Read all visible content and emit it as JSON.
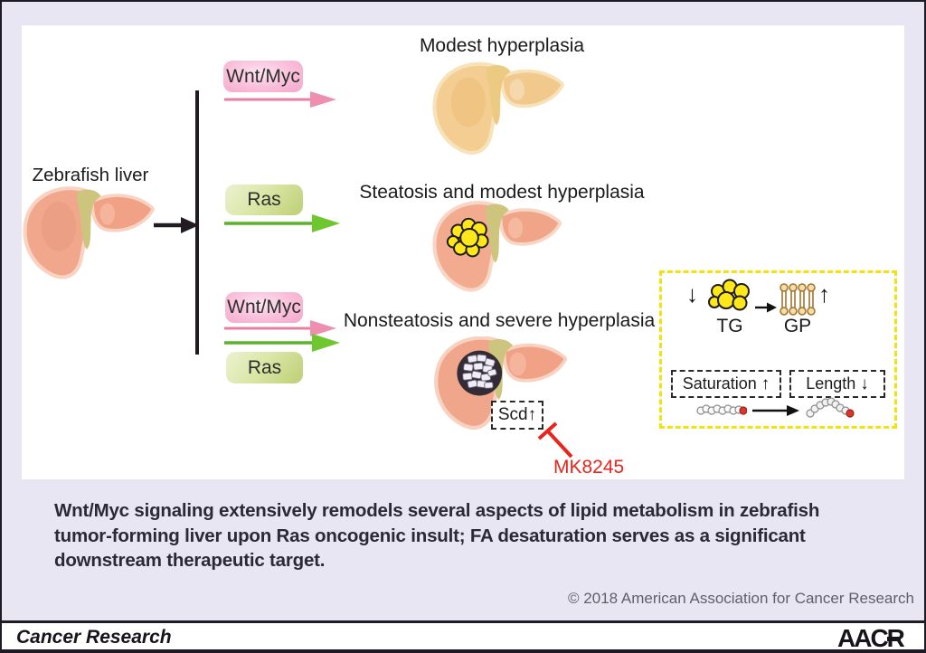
{
  "figure": {
    "source_label": "Zebrafish liver",
    "branch1": {
      "pill": "Wnt/Myc",
      "outcome": "Modest hyperplasia"
    },
    "branch2": {
      "pill": "Ras",
      "outcome": "Steatosis and modest hyperplasia"
    },
    "branch3": {
      "pill_a": "Wnt/Myc",
      "pill_b": "Ras",
      "outcome": "Nonsteatosis and severe hyperplasia"
    },
    "scd": {
      "label": "Scd",
      "arrow": "↑"
    },
    "inhibitor_label": "MK8245",
    "inset": {
      "tg": {
        "label": "TG",
        "arrow": "↓"
      },
      "gp": {
        "label": "GP",
        "arrow": "↑"
      },
      "saturation": {
        "label": "Saturation",
        "arrow": "↑"
      },
      "length": {
        "label": "Length",
        "arrow": "↓"
      }
    }
  },
  "caption_lines": [
    "Wnt/Myc signaling extensively remodels several aspects of lipid metabolism in zebrafish",
    "tumor-forming liver upon Ras oncogenic insult; FA desaturation serves as a significant",
    "downstream therapeutic target."
  ],
  "copyright": "© 2018 American Association for Cancer Research",
  "footer": {
    "journal_name": "Cancer Research",
    "publisher_logo": "AACR"
  },
  "colors": {
    "background": "#e9e6f3",
    "panel": "#ffffff",
    "pink_accent": "#e87fa2",
    "green_accent": "#5bb32a",
    "yellow_dash": "#f2e30e",
    "red_accent": "#e8251d",
    "liver_pink": "#f0a78c",
    "liver_tan": "#f3cd92"
  }
}
